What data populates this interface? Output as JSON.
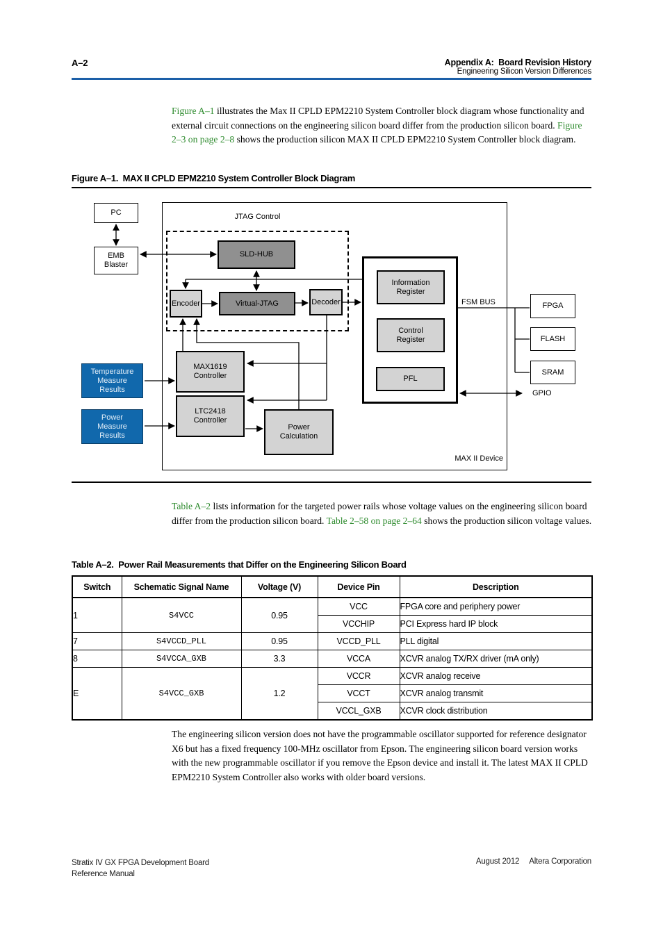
{
  "colors": {
    "header_rule_blue": "#1c5fa8",
    "link_green": "#2e8b2e",
    "diagram_blue_box": "#1168ac",
    "diagram_gray_dark": "#909090",
    "diagram_gray_light": "#d3d3d3"
  },
  "header": {
    "page_number": "A–2",
    "title": "Appendix A:  Board Revision History",
    "subtitle": "Engineering Silicon Version Differences"
  },
  "intro": {
    "link1": "Figure A–1",
    "text1": " illustrates the Max II CPLD EPM2210 System Controller block diagram whose functionality and external circuit connections on the engineering silicon board differ from the production silicon board. ",
    "link2": "Figure 2–3 on page 2–8",
    "text2": " shows the production silicon MAX II CPLD EPM2210 System Controller block diagram."
  },
  "figure": {
    "caption": "Figure A–1.  MAX II CPLD EPM2210 System Controller Block Diagram",
    "diagram": {
      "pc": "PC",
      "emb": "EMB\nBlaster",
      "jtag_control": "JTAG Control",
      "sld_hub": "SLD-HUB",
      "encoder": "Encoder",
      "virtual_jtag": "Virtual-JTAG",
      "decoder": "Decoder",
      "info_register": "Information\nRegister",
      "control_register": "Control\nRegister",
      "pfl": "PFL",
      "fsm_bus": "FSM BUS",
      "fpga": "FPGA",
      "flash": "FLASH",
      "sram": "SRAM",
      "gpio": "GPIO",
      "temp": "Temperature\nMeasure\nResults",
      "power": "Power\nMeasure\nResults",
      "max1619": "MAX1619\nController",
      "ltc2418": "LTC2418\nController",
      "power_calc": "Power\nCalculation",
      "max_ii_device": "MAX II Device"
    }
  },
  "table_intro": {
    "link1": "Table A–2",
    "text1": " lists information for the targeted power rails whose voltage values on the engineering silicon board differ from the production silicon board. ",
    "link2": "Table 2–58 on page 2–64",
    "text2": " shows the production silicon voltage values."
  },
  "table": {
    "caption": "Table A–2.  Power Rail Measurements that Differ on the Engineering Silicon Board",
    "headers": [
      "Switch",
      "Schematic Signal Name",
      "Voltage (V)",
      "Device Pin",
      "Description"
    ],
    "groups": [
      {
        "switch": "1",
        "signal": "S4VCC",
        "voltage": "0.95",
        "pins": [
          {
            "pin": "VCC",
            "desc": "FPGA core and periphery power"
          },
          {
            "pin": "VCCHIP",
            "desc": "PCI Express hard IP block"
          }
        ]
      },
      {
        "switch": "7",
        "signal": "S4VCCD_PLL",
        "voltage": "0.95",
        "pins": [
          {
            "pin": "VCCD_PLL",
            "desc": "PLL digital"
          }
        ]
      },
      {
        "switch": "8",
        "signal": "S4VCCA_GXB",
        "voltage": "3.3",
        "pins": [
          {
            "pin": "VCCA",
            "desc": "XCVR analog TX/RX driver (mA only)"
          }
        ]
      },
      {
        "switch": "E",
        "signal": "S4VCC_GXB",
        "voltage": "1.2",
        "pins": [
          {
            "pin": "VCCR",
            "desc": "XCVR analog receive"
          },
          {
            "pin": "VCCT",
            "desc": "XCVR analog transmit"
          },
          {
            "pin": "VCCL_GXB",
            "desc": "XCVR clock distribution"
          }
        ]
      }
    ]
  },
  "closing_paragraph": "The engineering silicon version does not have the programmable oscillator supported for reference designator X6 but has a fixed frequency 100-MHz oscillator from Epson. The engineering silicon board version works with the new programmable oscillator if you remove the Epson device and install it. The latest MAX II CPLD EPM2210 System Controller also works with older board versions.",
  "footer": {
    "doc_line1": "Stratix IV GX FPGA Development Board",
    "doc_line2": "Reference Manual",
    "date": "August 2012",
    "company": "Altera Corporation"
  }
}
